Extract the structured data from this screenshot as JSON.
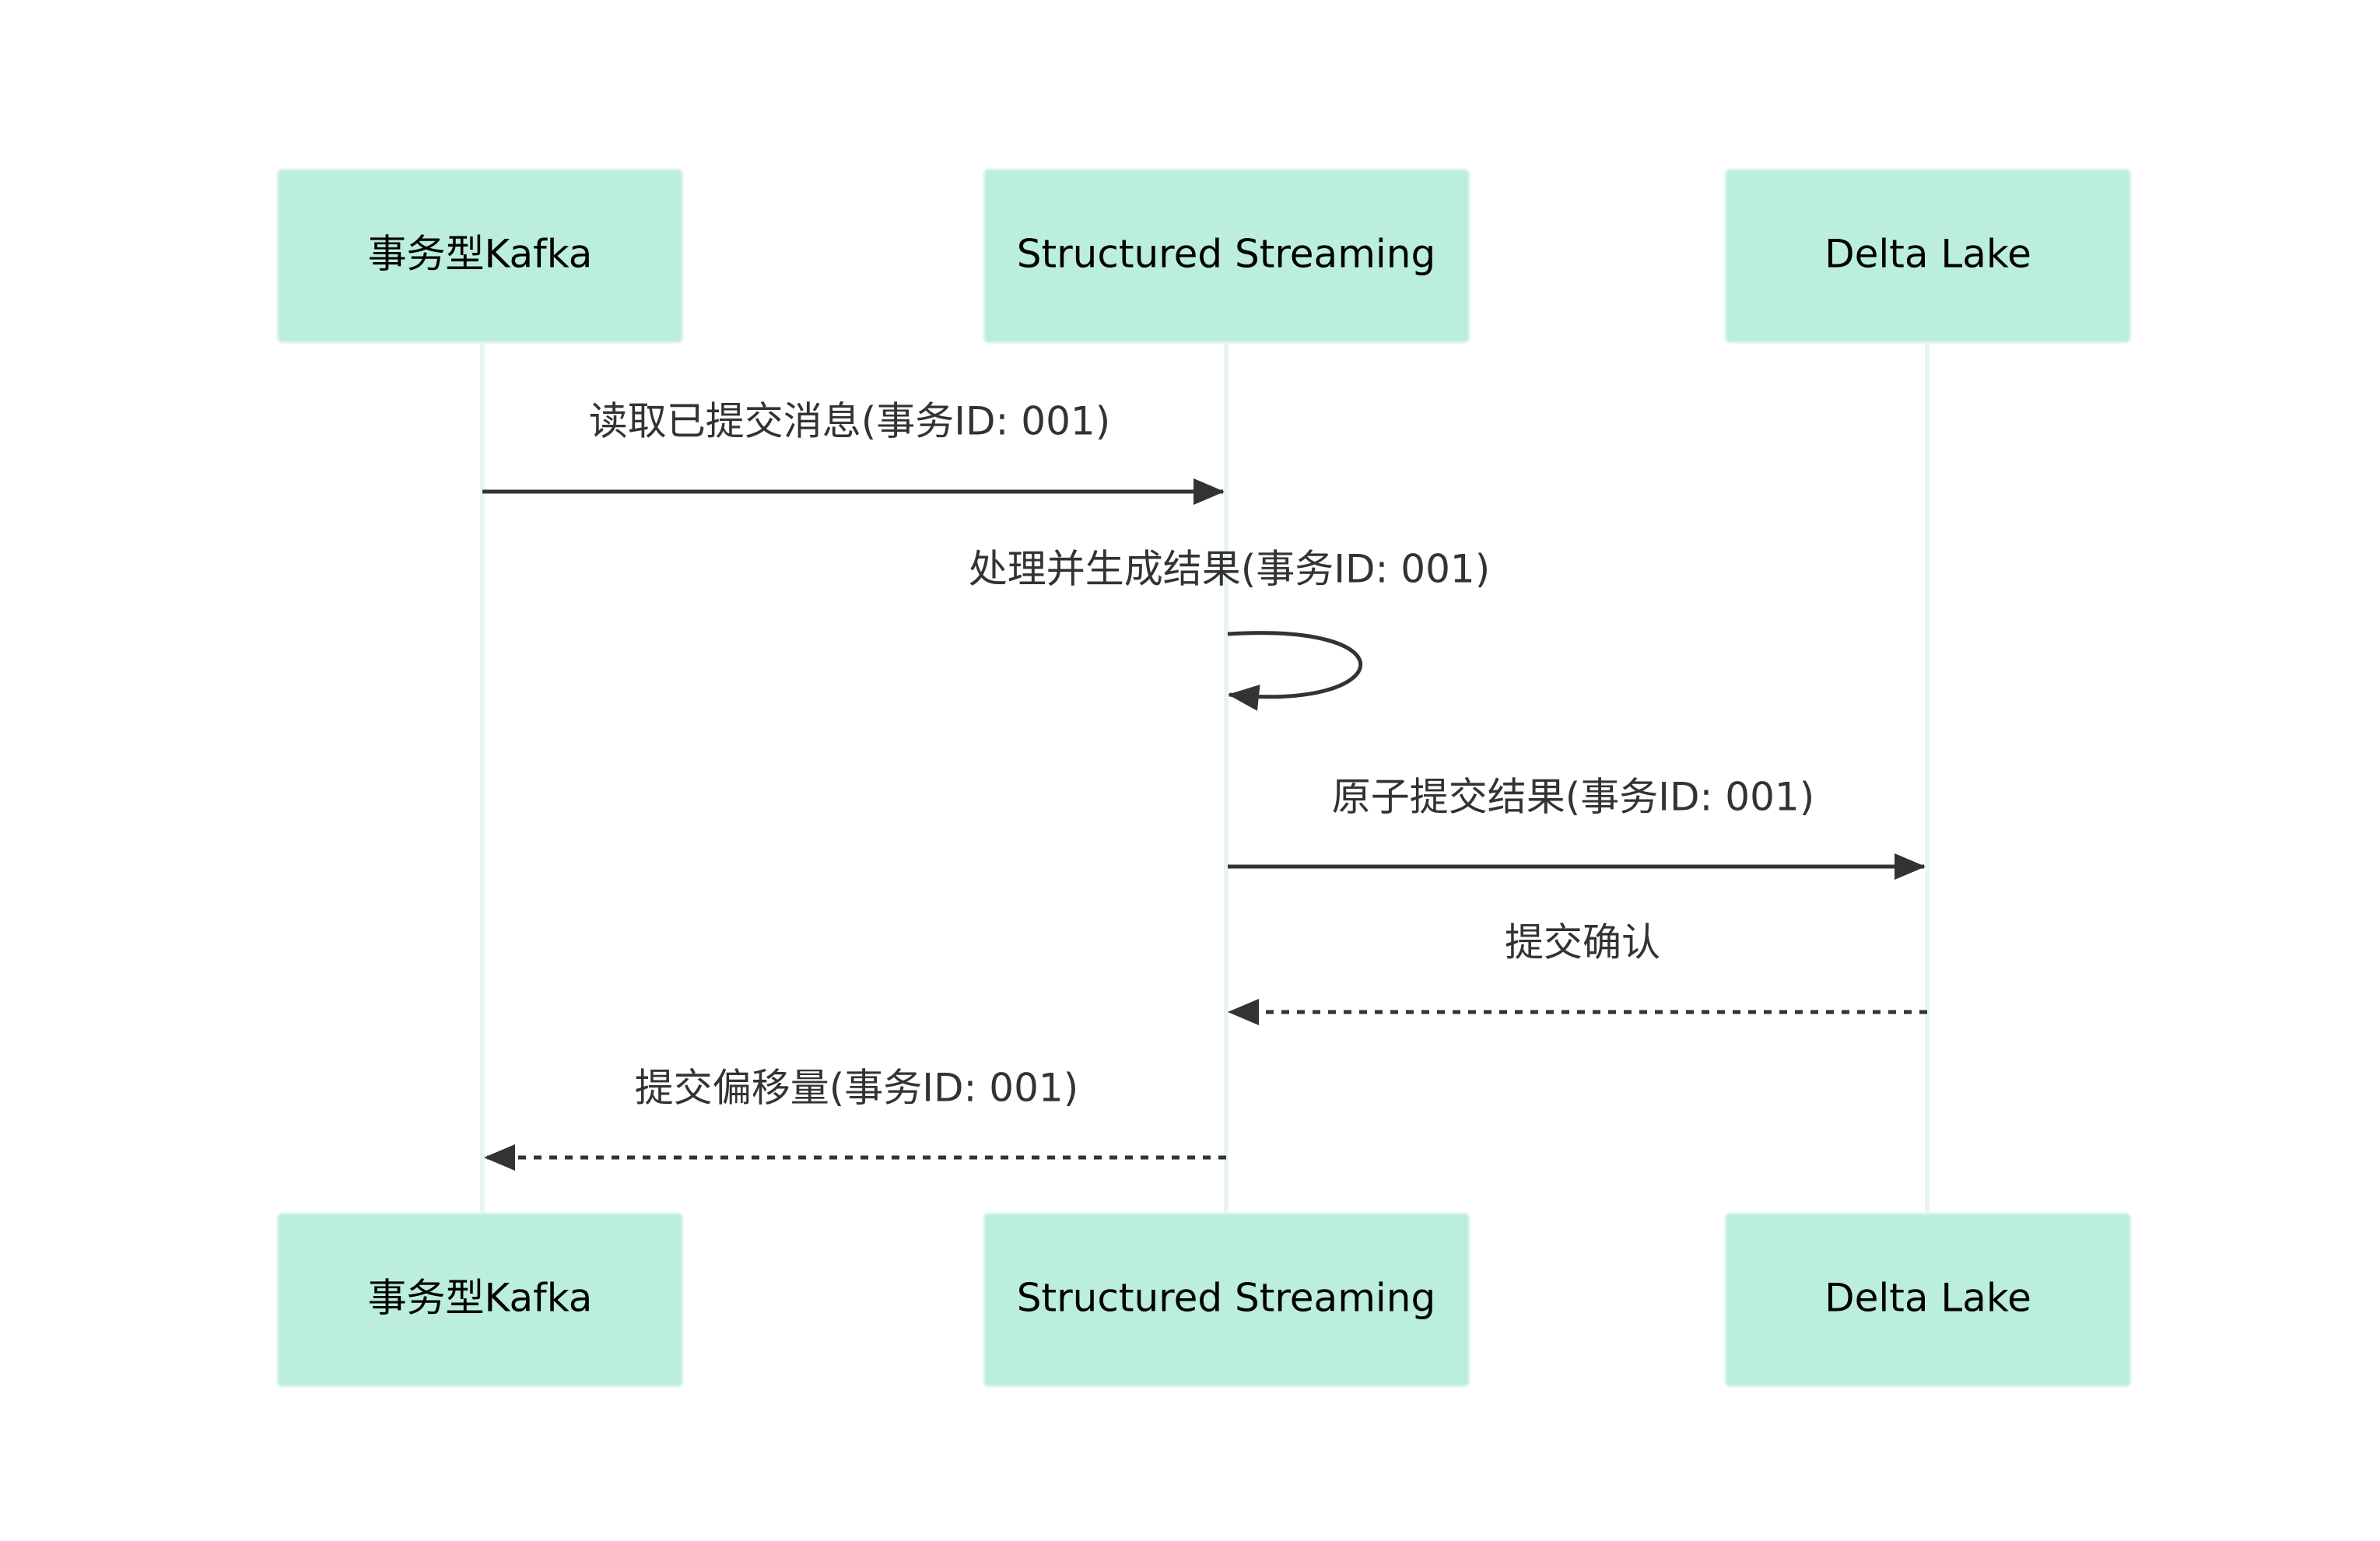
{
  "participants": [
    {
      "id": "kafka",
      "label": "事务型Kafka"
    },
    {
      "id": "streaming",
      "label": "Structured Streaming"
    },
    {
      "id": "delta",
      "label": "Delta Lake"
    }
  ],
  "messages": [
    {
      "from": "kafka",
      "to": "streaming",
      "label": "读取已提交消息(事务ID: 001)",
      "style": "solid"
    },
    {
      "from": "streaming",
      "to": "streaming",
      "label": "处理并生成结果(事务ID: 001)",
      "style": "solid"
    },
    {
      "from": "streaming",
      "to": "delta",
      "label": "原子提交结果(事务ID: 001)",
      "style": "solid"
    },
    {
      "from": "delta",
      "to": "streaming",
      "label": "提交确认",
      "style": "dashed"
    },
    {
      "from": "streaming",
      "to": "kafka",
      "label": "提交偏移量(事务ID: 001)",
      "style": "dashed"
    }
  ],
  "colors": {
    "actor_fill": "#bbeedb",
    "lifeline": "#e8f6f1",
    "arrow": "#333333"
  }
}
